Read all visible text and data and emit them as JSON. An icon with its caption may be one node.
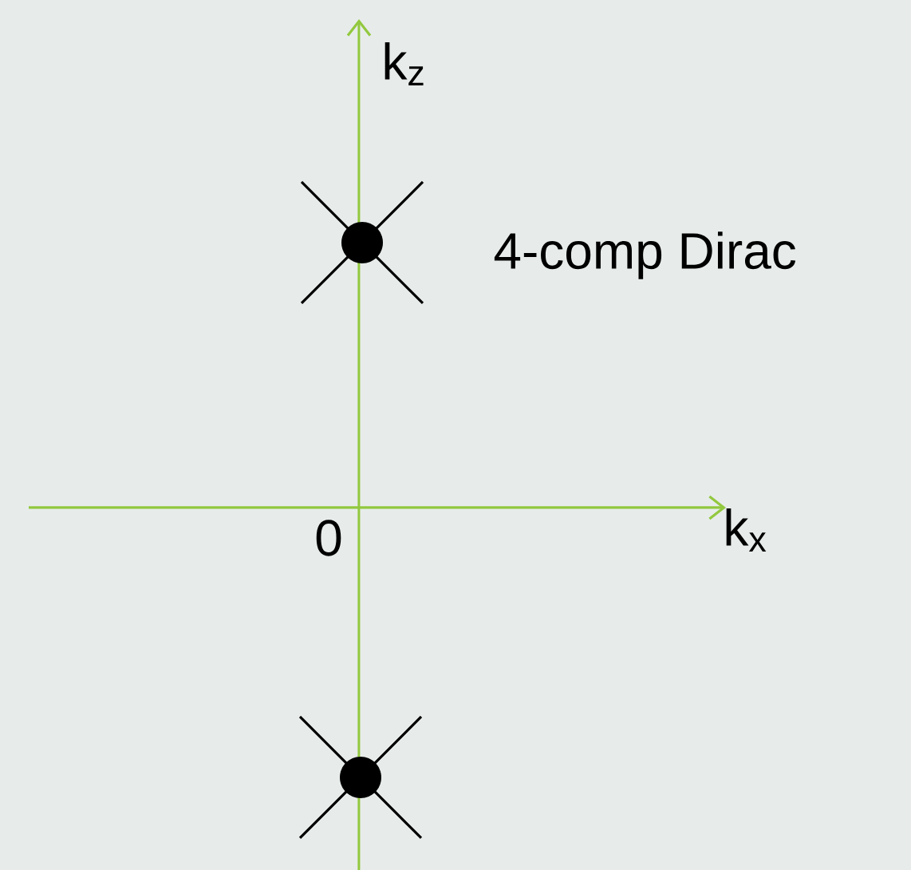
{
  "diagram": {
    "labels": [
      "k$_{z}$",
      "4-comp Dirac",
      "0",
      "k$_{x}$"
    ]
  }
}
